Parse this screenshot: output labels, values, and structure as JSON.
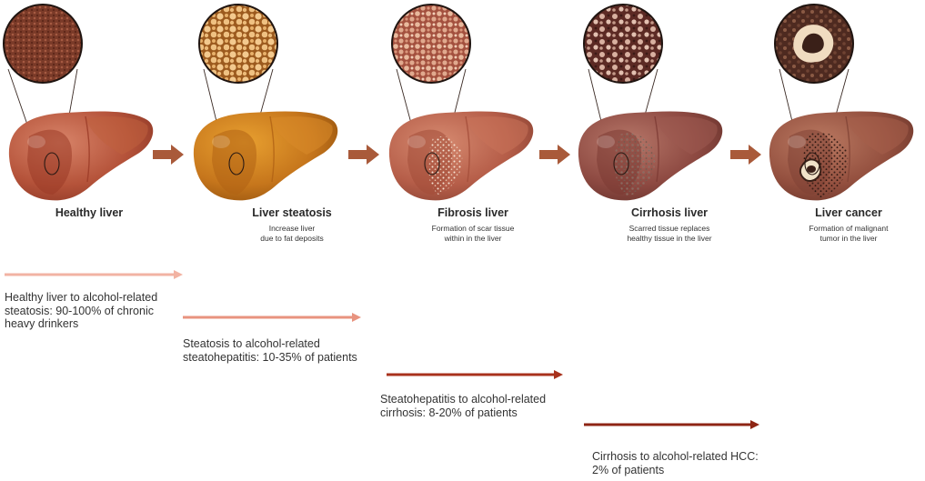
{
  "stages": [
    {
      "title": "Healthy liver",
      "description": ""
    },
    {
      "title": "Liver steatosis",
      "description": "Increase liver\ndue to fat deposits"
    },
    {
      "title": "Fibrosis liver",
      "description": "Formation of scar tissue\nwithin in the liver"
    },
    {
      "title": "Cirrhosis liver",
      "description": "Scarred tissue replaces\nhealthy tissue in the liver"
    },
    {
      "title": "Liver cancer",
      "description": "Formation of malignant\ntumor in the liver"
    }
  ],
  "progressions": [
    {
      "text": "Healthy liver to alcohol-related\nsteatosis: 90-100% of chronic\nheavy drinkers",
      "color": "#f2b3a3"
    },
    {
      "text": "Steatosis to alcohol-related\nsteatohepatitis: 10-35% of patients",
      "color": "#e8937f"
    },
    {
      "text": "Steatohepatitis to alcohol-related\ncirrhosis: 8-20% of patients",
      "color": "#a8321c"
    },
    {
      "text": "Cirrhosis to alcohol-related HCC:\n2% of patients",
      "color": "#8e2514"
    }
  ],
  "colors": {
    "stage_arrow": "#a95a3a",
    "healthy_liver": "#b5533a",
    "steatosis_liver": "#c6761c",
    "fibrosis_liver": "#b65e49",
    "cirrhosis_liver": "#8e4a42",
    "cancer_liver": "#94503f"
  }
}
